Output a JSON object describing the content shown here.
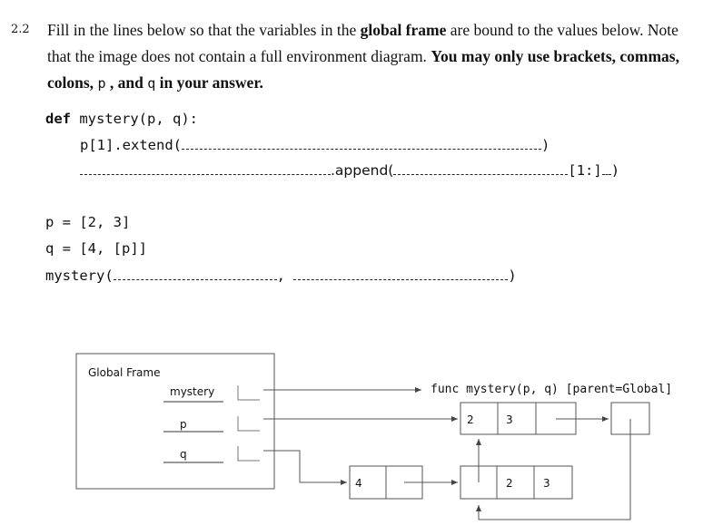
{
  "question": {
    "number": "2.2",
    "text_1": "Fill in the lines below so that the variables in the ",
    "bold_1": "global frame",
    "text_2": " are bound to the values below. Note that the image does not contain a full environment diagram. ",
    "bold_2": "You may only use brackets, commas, colons, ",
    "bold_p": "p",
    "bold_comma": " , and ",
    "bold_q": "q",
    "bold_end": " in your answer."
  },
  "code": {
    "def_kw": "def",
    "def_rest": " mystery(p, q):",
    "line2_start": "p[1].extend(",
    "line2_end": ")",
    "line3_mid": ".append(",
    "line3_end": "[1:]",
    "line3_close": ")",
    "line4": "p = [2, 3]",
    "line5": "q = [4, [p]]",
    "line6_start": "mystery(",
    "line6_comma": ", ",
    "line6_close": ")"
  },
  "diagram": {
    "frame_title": "Global Frame",
    "vars": [
      "mystery",
      "p",
      "q"
    ],
    "func_label": "func mystery(p, q) [parent=Global]",
    "list_p": [
      "2",
      "3"
    ],
    "list_q": [
      "4"
    ],
    "list_inner": [
      "2",
      "3"
    ]
  }
}
